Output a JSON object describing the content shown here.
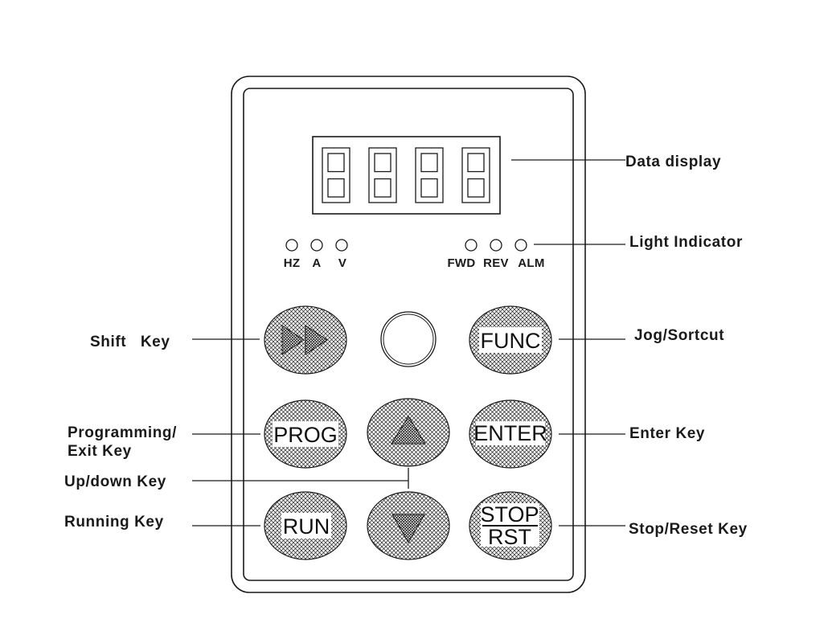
{
  "display": {
    "digits": 4
  },
  "led_labels": [
    "HZ",
    "A",
    "V",
    "FWD",
    "REV",
    "ALM"
  ],
  "keys": {
    "func": "FUNC",
    "prog": "PROG",
    "enter": "ENTER",
    "run": "RUN",
    "stop": "STOP",
    "rst": "RST"
  },
  "callouts": {
    "data_display": "Data display",
    "light_indicator": "Light Indicator",
    "shift_key": "Shift   Key",
    "jog_shortcut": "Jog/Sortcut",
    "programming_line1": "Programming/",
    "programming_line2": "Exit Key",
    "enter_key": "Enter Key",
    "updown_key": "Up/down Key",
    "running_key": "Running Key",
    "stop_reset_key": "Stop/Reset Key"
  }
}
